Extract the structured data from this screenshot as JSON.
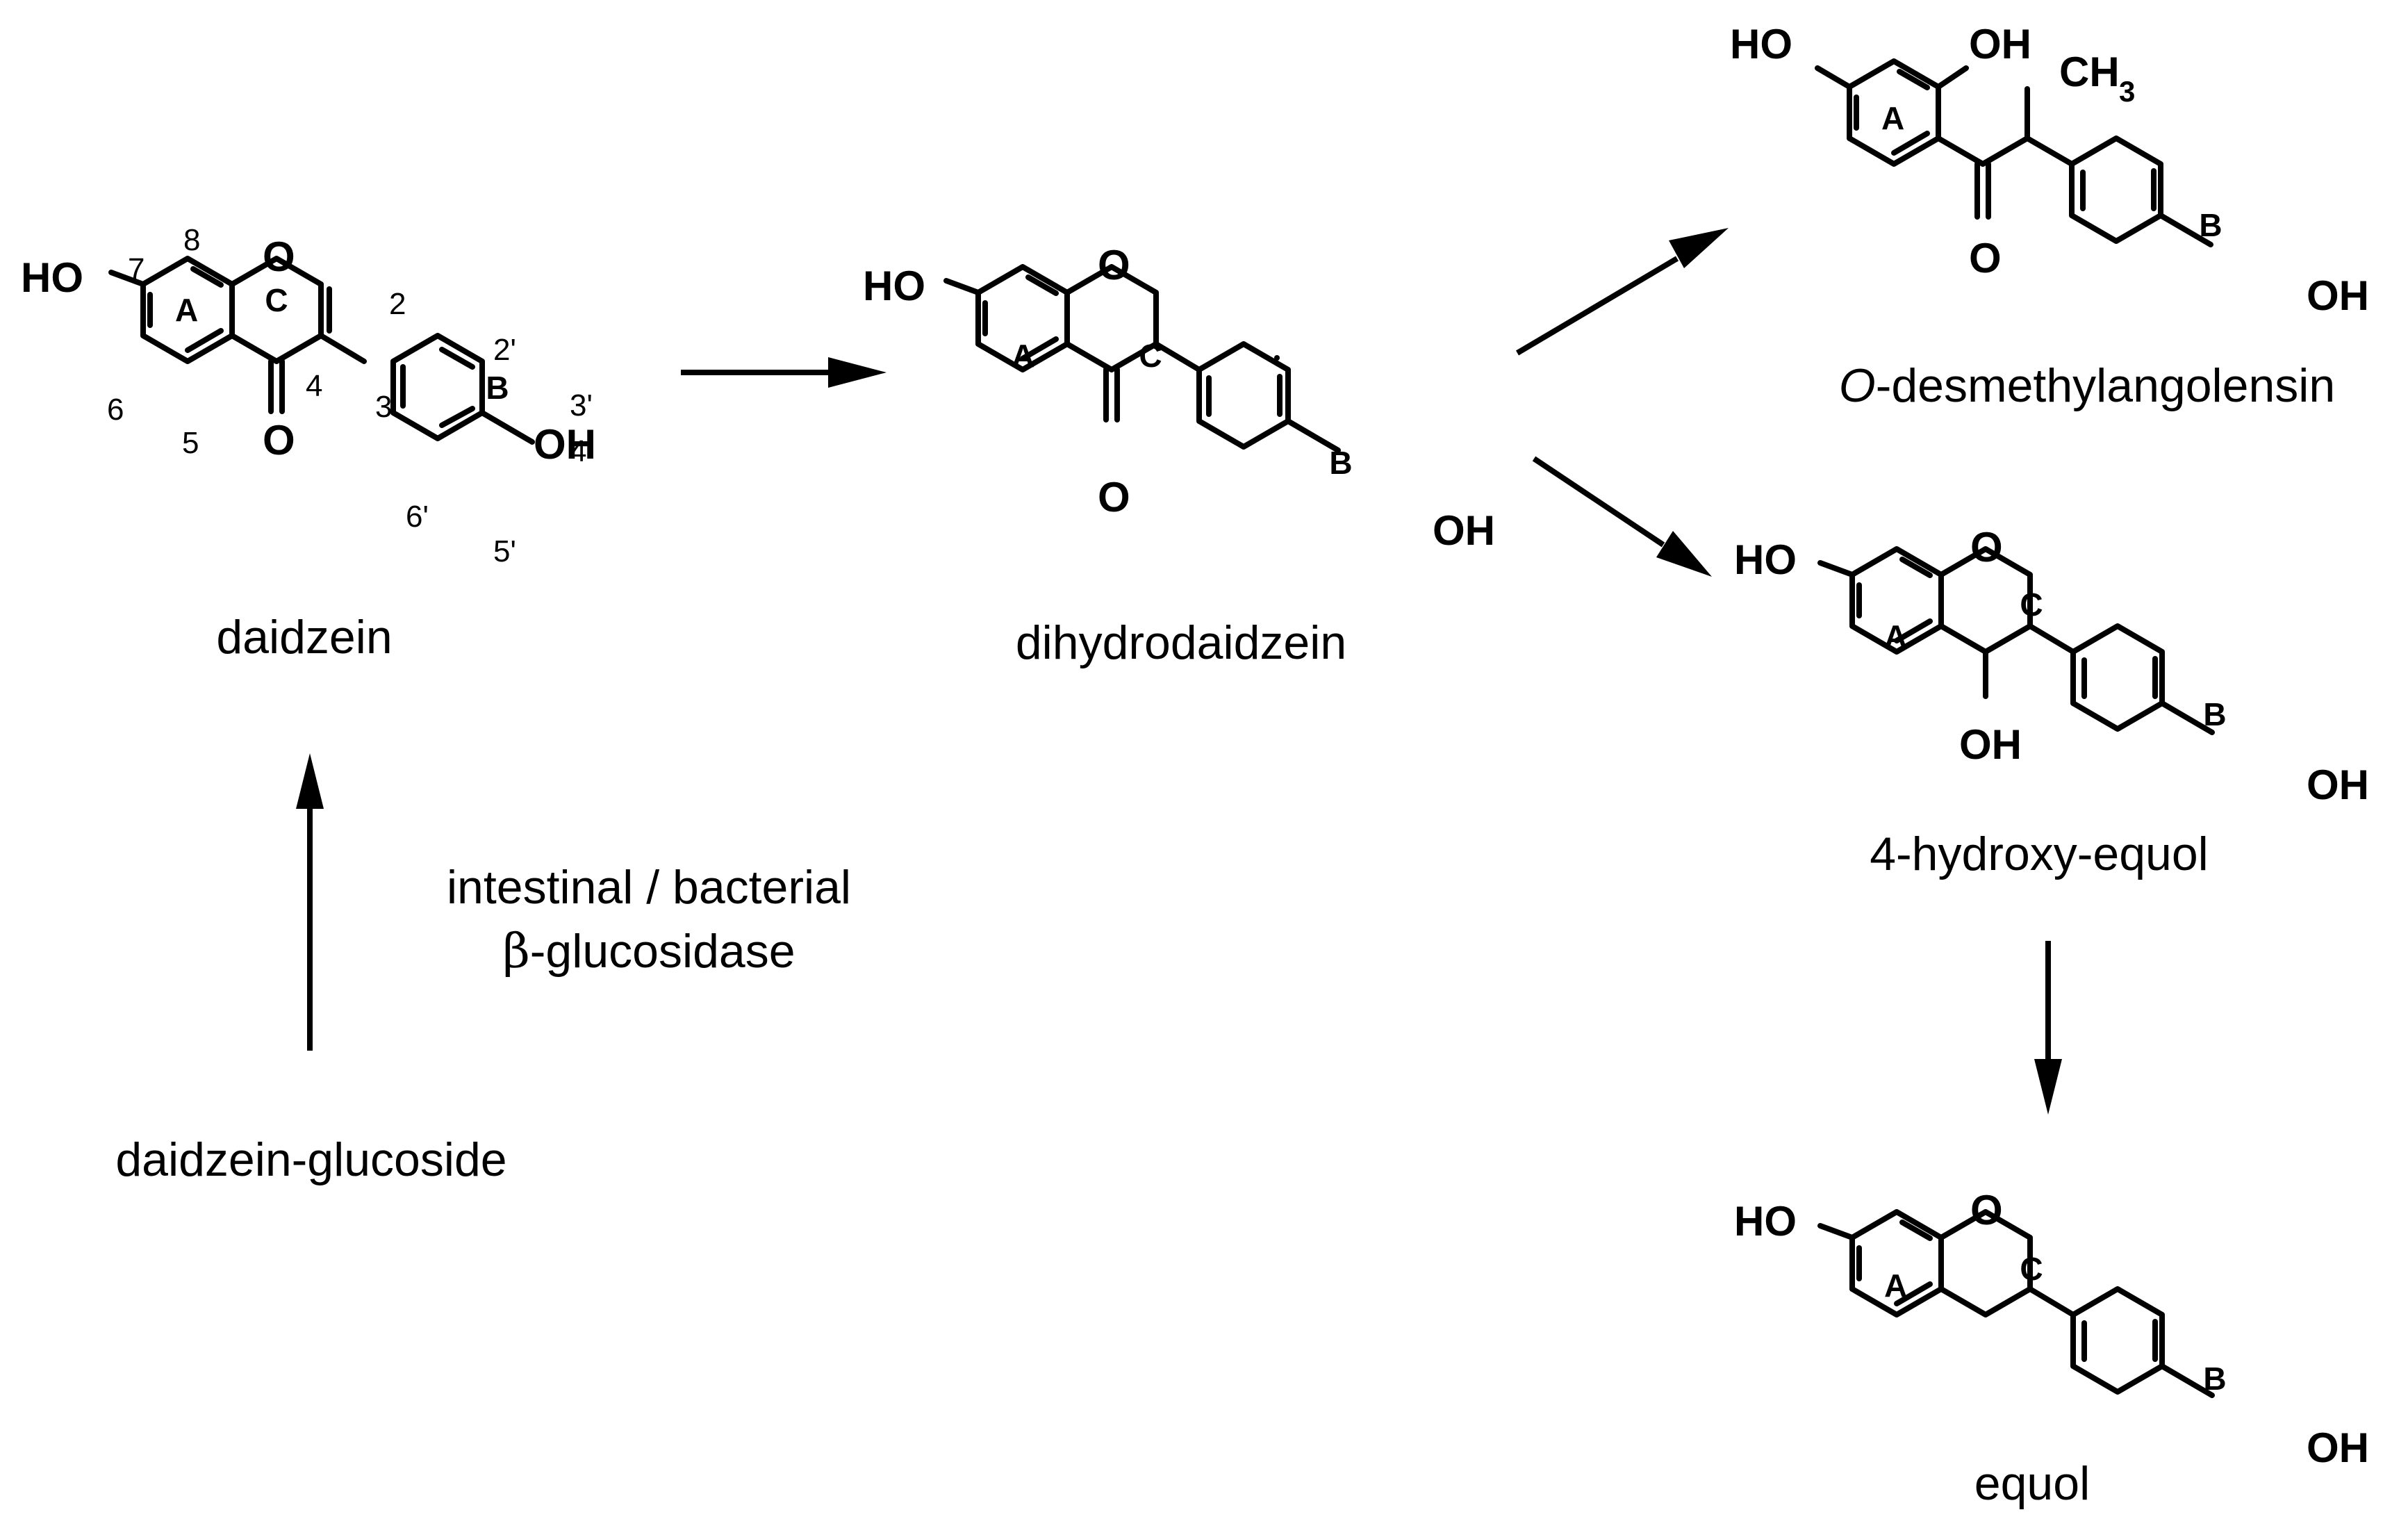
{
  "compounds": {
    "daidzein": "daidzein",
    "dihydrodaidzein": "dihydrodaidzein",
    "odma_prefix": "O",
    "odma_rest": "-desmethylangolensin",
    "hydroxy_equol": "4-hydroxy-equol",
    "equol": "equol",
    "glucoside": "daidzein-glucoside"
  },
  "enzyme": {
    "line1": "intestinal / bacterial",
    "beta": "β",
    "line2_rest": "-glucosidase"
  },
  "atoms": {
    "ho": "HO",
    "oh": "OH",
    "o": "O",
    "ch": "CH",
    "three": "3"
  },
  "rings": {
    "a": "A",
    "b": "B",
    "c": "C"
  },
  "positions": {
    "p2": "2",
    "p3": "3",
    "p4": "4",
    "p5": "5",
    "p6": "6",
    "p7": "7",
    "p8": "8",
    "p2p": "2'",
    "p3p": "3'",
    "p4p": "4'",
    "p5p": "5'",
    "p6p": "6'"
  }
}
